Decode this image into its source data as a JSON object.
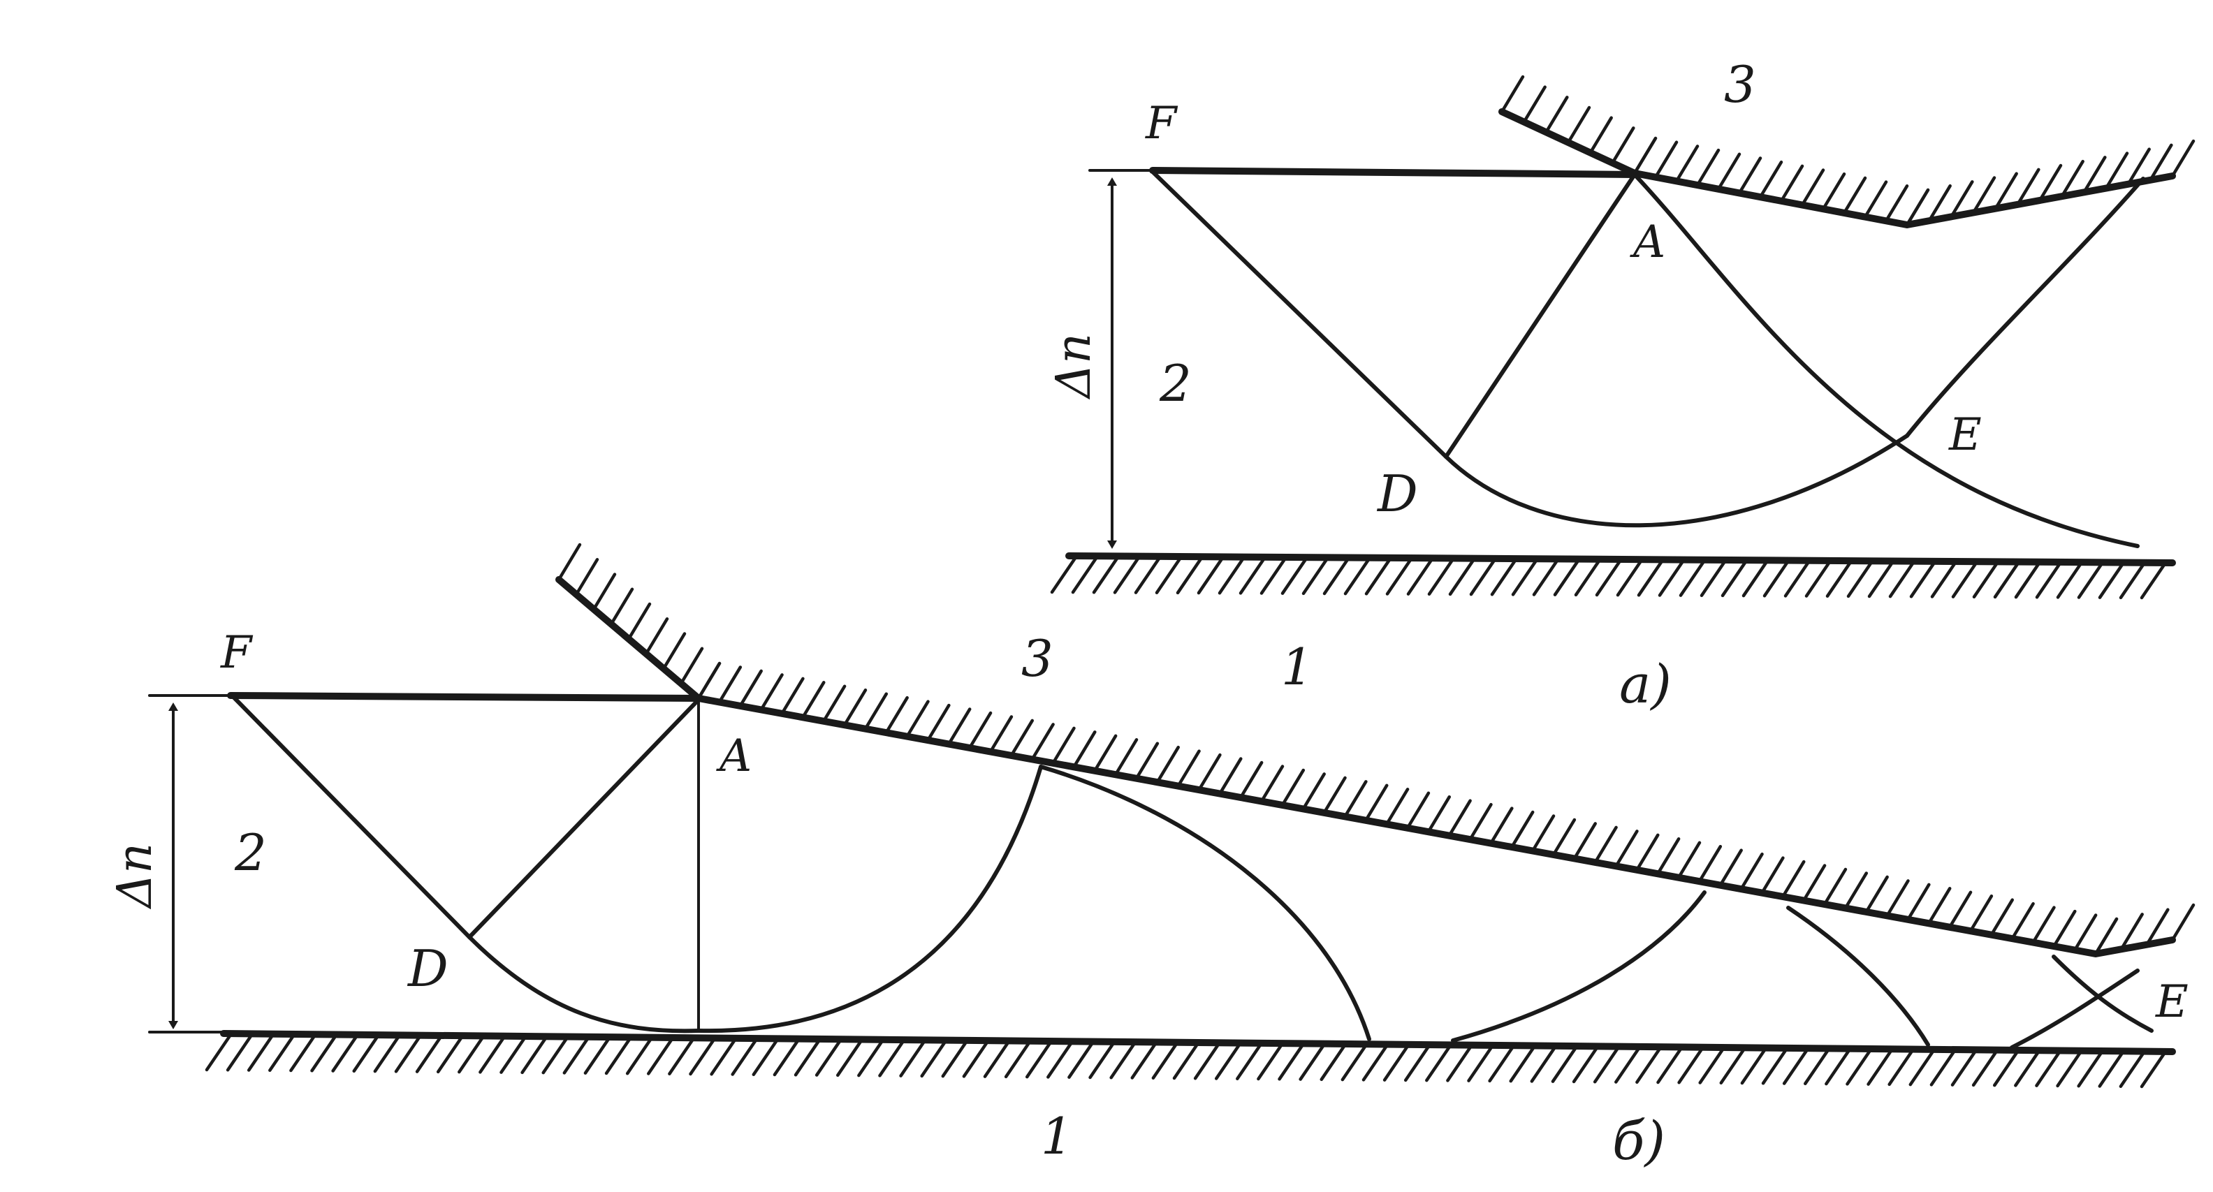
{
  "figure_a": {
    "caption": "a)",
    "labels": {
      "F": "F",
      "A": "A",
      "D": "D",
      "E": "E",
      "region_1": "1",
      "region_2": "2",
      "region_3": "3",
      "delta_n": "Δn"
    }
  },
  "figure_b": {
    "caption": "б)",
    "labels": {
      "F": "F",
      "A": "A",
      "D": "D",
      "E": "E",
      "region_1": "1",
      "region_2": "2",
      "region_3": "3",
      "delta_n": "Δn"
    }
  },
  "colors": {
    "ink": "#1a1a1a",
    "paper": "#ffffff"
  }
}
